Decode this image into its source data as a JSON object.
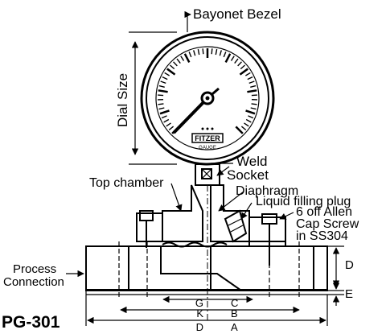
{
  "labels": {
    "bayonet_bezel": "Bayonet Bezel",
    "dial_size": "Dial Size",
    "weld": "Weld",
    "socket": "Socket",
    "top_chamber": "Top chamber",
    "diaphragm": "Diaphragm",
    "liquid_filling_plug": "Liquid filling plug",
    "cap_screw_line1": "6 off Allen",
    "cap_screw_line2": "Cap Screw",
    "cap_screw_line3": "in SS304",
    "process_line1": "Process",
    "process_line2": "Connection",
    "model": "PG-301",
    "brand": "FITZER",
    "gauge": "GAUGE"
  },
  "dimensions": {
    "d": "D",
    "e": "E",
    "g": "G",
    "c": "C",
    "k": "K",
    "b": "B",
    "d_bottom": "D",
    "a": "A"
  },
  "colors": {
    "line": "#000000",
    "background": "#ffffff"
  }
}
